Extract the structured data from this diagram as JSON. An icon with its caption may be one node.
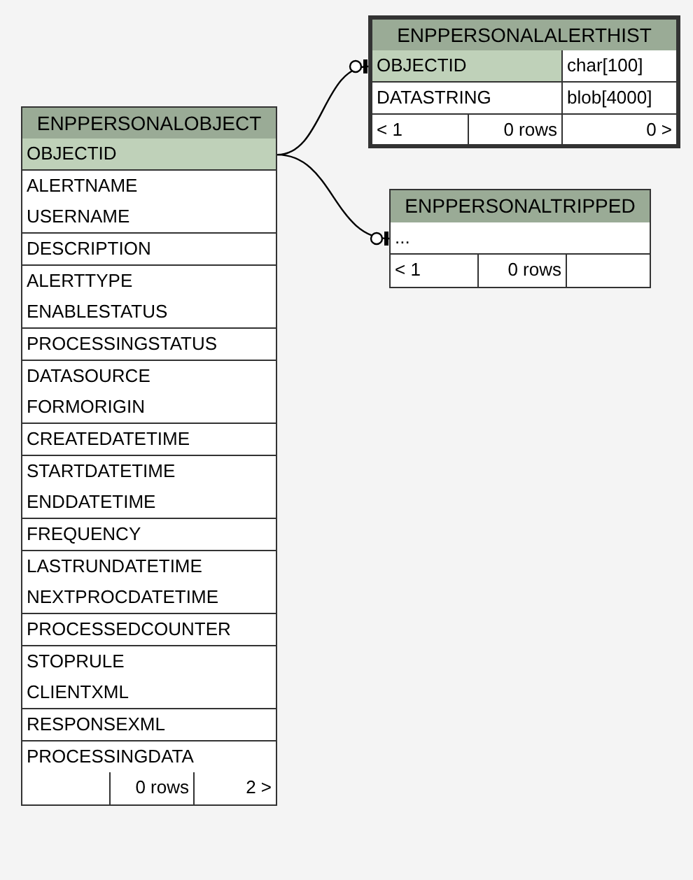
{
  "diagram": {
    "nodes": [
      {
        "text": [
          "ENPPERSONALOBJECT"
        ]
      },
      {
        "text": [
          "OBJECTID"
        ],
        "in": 0
      },
      {
        "text": [
          "ALERTNAME"
        ],
        "in": 0
      },
      {
        "text": [
          "USERNAME"
        ],
        "in": 0
      },
      {
        "text": [
          "DESCRIPTION"
        ],
        "in": 0
      },
      {
        "text": [
          "ALERTTYPE"
        ],
        "in": 0
      },
      {
        "text": [
          "ENABLESTATUS"
        ],
        "in": 0
      },
      {
        "text": [
          "PROCESSINGSTATUS"
        ],
        "in": 0
      },
      {
        "text": [
          "DATASOURCE"
        ],
        "in": 0
      },
      {
        "text": [
          "FORMORIGIN"
        ],
        "in": 0
      },
      {
        "text": [
          "CREATEDATETIME"
        ],
        "in": 0
      },
      {
        "text": [
          "STARTDATETIME"
        ],
        "in": 0
      },
      {
        "text": [
          "ENDDATETIME"
        ],
        "in": 0
      },
      {
        "text": [
          "FREQUENCY"
        ],
        "in": 0
      },
      {
        "text": [
          "LASTRUNDATETIME"
        ],
        "in": 0
      },
      {
        "text": [
          "NEXTPROCDATETIME"
        ],
        "in": 0
      },
      {
        "text": [
          "PROCESSEDCOUNTER"
        ],
        "in": 0
      },
      {
        "text": [
          "STOPRULE"
        ],
        "in": 0
      },
      {
        "text": [
          "CLIENTXML"
        ],
        "in": 0
      },
      {
        "text": [
          "RESPONSEXML"
        ],
        "in": 0
      },
      {
        "text": [
          "PROCESSINGDATA"
        ],
        "in": 0
      },
      {
        "text": [
          "0 rows",
          "2 >"
        ],
        "in": 0
      },
      {
        "text": [
          "ENPPERSONALALERTHIST"
        ]
      },
      {
        "text": [
          "OBJECTID",
          "char[100]"
        ],
        "in": 22
      },
      {
        "text": [
          "DATASTRING",
          "blob[4000]"
        ],
        "in": 22
      },
      {
        "text": [
          "< 1",
          "0 rows",
          "0 >"
        ],
        "in": 22
      },
      {
        "text": [
          "ENPPERSONALTRIPPED"
        ]
      },
      {
        "text": [
          "..."
        ],
        "in": 26
      },
      {
        "text": [
          "< 1",
          "0 rows"
        ],
        "in": 26
      }
    ],
    "edges": [
      {
        "from": 1,
        "to": 23,
        "arrow": "other"
      },
      {
        "from": 1,
        "to": 27,
        "arrow": "other"
      }
    ]
  }
}
